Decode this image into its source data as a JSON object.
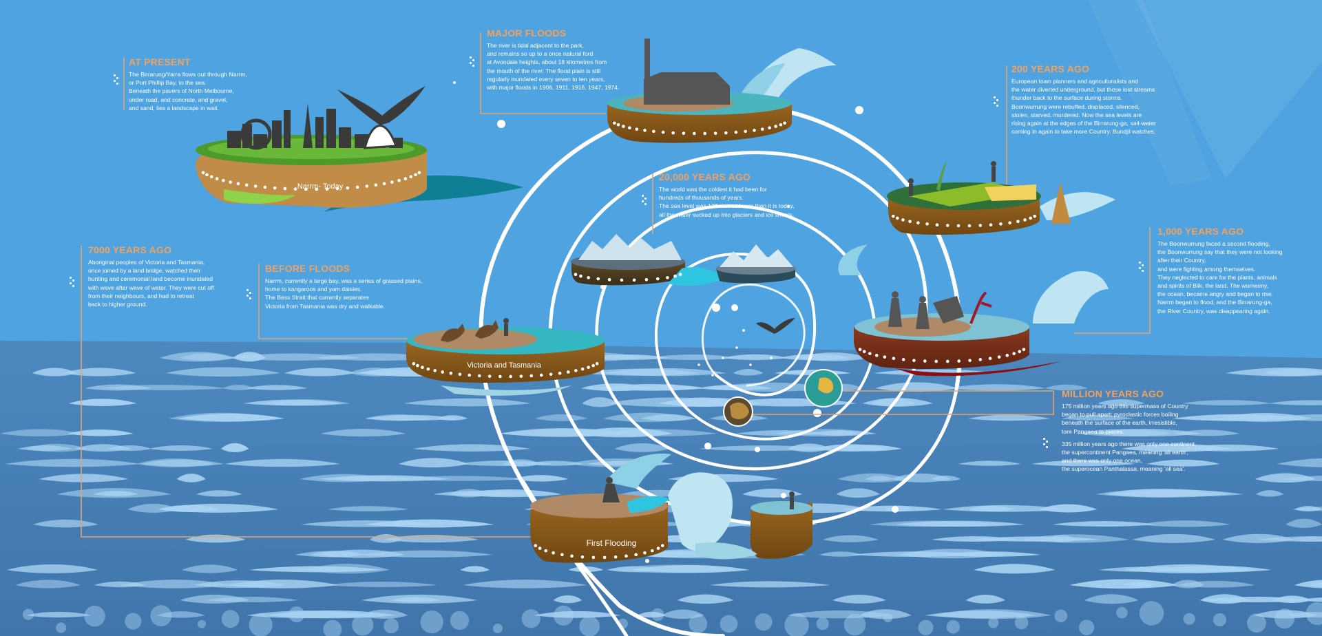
{
  "panels": [
    {
      "id": "at-present",
      "heading": "AT PRESENT",
      "lines": [
        "The Birrarung/Yarra flows out through Narrm,",
        "or Port Phillip Bay, to the sea.",
        "Beneath the pavers of North Melbourne,",
        "under road, and concrete, and gravel,",
        "and sand, lies a landscape in wait."
      ]
    },
    {
      "id": "major-floods",
      "heading": "MAJOR FLOODS",
      "lines": [
        "The river is tidal adjacent to the park,",
        "and remains so up to a once natural ford",
        "at Avondale heights, about 18 kilometres from",
        "the mouth of the river. The flood plain is still",
        "regularly inundated every seven to ten years,",
        "with major floods in 1906, 1911, 1916, 1947, 1974."
      ]
    },
    {
      "id": "200-years-ago",
      "heading": "200 YEARS AGO",
      "lines": [
        "European town planners and agriculturalists and",
        "the water diverted underground, but those lost streams",
        "thunder back to the surface during storms.",
        "Boonwurrung were rebuffed, displaced, silenced,",
        "stolen, starved, murdered. Now the sea levels are",
        "rising again at the edges of the Birrarung-ga, salt-water",
        "coming in again to take more Country. Bundjil watches."
      ]
    },
    {
      "id": "20000-years-ago",
      "heading": "20,000 YEARS AGO",
      "lines": [
        "The world was the coldest it had been for",
        "hundreds of thousands of years.",
        "The sea level was 120 metres lower than it is today,",
        "all the water sucked up into glaciers and ice sheets."
      ]
    },
    {
      "id": "7000-years-ago",
      "heading": "7000 YEARS AGO",
      "lines": [
        "Aboriginal peoples of Victoria and Tasmania,",
        "once joined by a land bridge, watched their",
        "hunting and ceremonial land become inundated",
        "with wave after wave of water. They were cut off",
        "from their neighbours, and had to retreat",
        "back to higher ground."
      ]
    },
    {
      "id": "before-floods",
      "heading": "BEFORE FLOODS",
      "lines": [
        "Narrm, currently a large bay, was a series of grassed plains,",
        "home to kangaroos and yam daisies.",
        "The Bass Strait that currently separates",
        "Victoria from Tasmania was dry and walkable."
      ]
    },
    {
      "id": "1000-years-ago",
      "heading": "1,000 YEARS AGO",
      "lines": [
        "The Boonwurrung faced a second flooding,",
        "the Boonwurrung say that they were not looking",
        "after their Country,",
        "and were fighting among themselves.",
        "They neglected to care for the plants, animals",
        "and spirits of Biik, the land. The wurneeny,",
        "the ocean, became angry and began to rise.",
        "Narrm began to flood, and the Birrarung-ga,",
        "the River Country, was disappearing again."
      ]
    },
    {
      "id": "million-years-ago",
      "heading": "MILLION YEARS AGO",
      "lines": [
        "175 million years ago this supermass of Country",
        "began to pull apart: pyroclastic forces boiling",
        "beneath the surface of the earth, irresistible,",
        "tore Pangaea to pieces.",
        "",
        "335 million years ago there was only one continent,",
        "the supercontinent Pangaea, meaning 'all earth',",
        "and there was only one ocean,",
        "the superocean Panthalassa, meaning 'all sea'."
      ]
    }
  ],
  "island_labels": {
    "narrm_today": "Narrm- Today",
    "victoria_tasmania": "Victoria and Tasmania",
    "first_flooding": "First Flooding"
  },
  "colors": {
    "sky": "#4fa3e0",
    "sea": "#4a86bd",
    "sea_dark": "#4177ad",
    "wave_light": "#a9d3f2",
    "heading_orange": "#f2a25e",
    "leader_line": "#e8a36a",
    "spiral": "#ffffff",
    "island_soil": "#8a5a1c",
    "island_top_grass": "#4c9a2a",
    "island_top_sand": "#b08a67",
    "water_teal": "#1f8fa0",
    "silhouette": "#3a3a3a"
  }
}
